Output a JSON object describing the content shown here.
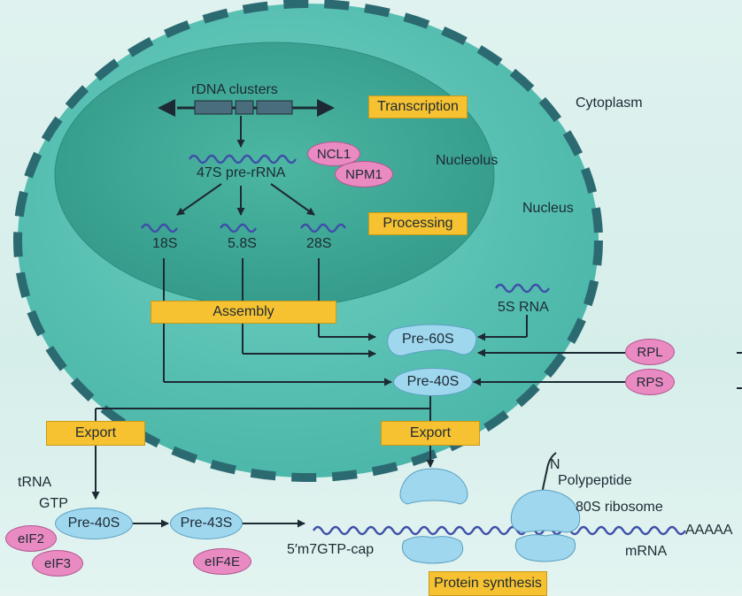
{
  "labels": {
    "rdna_clusters": "rDNA clusters",
    "transcription": "Transcription",
    "cytoplasm": "Cytoplasm",
    "ncl1": "NCL1",
    "npm1": "NPM1",
    "nucleolus": "Nucleolus",
    "pre_rrna_47s": "47S pre-rRNA",
    "nucleus": "Nucleus",
    "rrna_18s": "18S",
    "rrna_5_8s": "5.8S",
    "rrna_28s": "28S",
    "processing": "Processing",
    "rna_5s": "5S RNA",
    "assembly": "Assembly",
    "pre_60s": "Pre-60S",
    "rpl": "RPL",
    "pre_40s_nucleus": "Pre-40S",
    "rps": "RPS",
    "export_left": "Export",
    "export_right": "Export",
    "n_terminus": "N",
    "polypeptide": "Polypeptide",
    "trna": "tRNA",
    "gtp": "GTP",
    "ribosome_80s": "80S ribosome",
    "pre_40s_cyto": "Pre-40S",
    "pre_43s": "Pre-43S",
    "eif2": "eIF2",
    "eif3": "eIF3",
    "eif4e": "eIF4E",
    "cap": "5′m7GTP-cap",
    "poly_a": "AAAAA",
    "mrna": "mRNA",
    "protein_synthesis": "Protein synthesis"
  },
  "colors": {
    "nucleus_fill": "#58c2b4",
    "nucleolus_fill": "#3fa994",
    "nuclear_envelope": "#2c6a72",
    "process_box": "#f6c232",
    "protein_factor": "#e98ac3",
    "ribosomal_subunit": "#9fd7ef",
    "rna_strand": "#3e4fa8",
    "arrow": "#1d2a33"
  },
  "icons": {
    "rna": "wavy-strand-icon",
    "ribosome_subunit": "kidney-shape-icon"
  }
}
